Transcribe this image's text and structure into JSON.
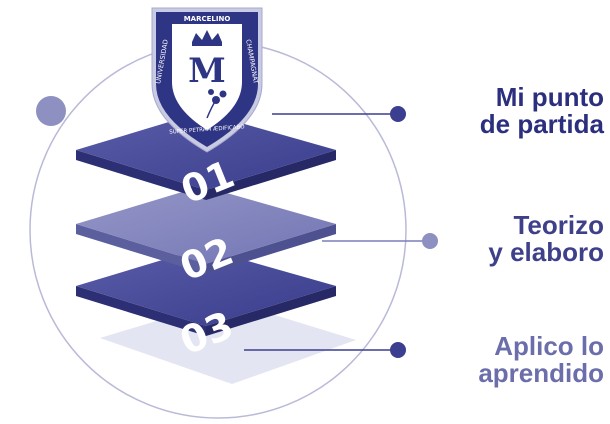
{
  "logo": {
    "text_top": "MARCELINO",
    "text_left": "UNIVERSIDAD",
    "text_right": "CHAMPAGNAT",
    "text_bottom": "SUPER PETRAM ÆDIFICABO"
  },
  "steps": [
    {
      "number": "01",
      "label_line1": "Mi punto",
      "label_line2": "de partida",
      "color": "#3c3f8f",
      "label_color": "#2b2f7e"
    },
    {
      "number": "02",
      "label_line1": "Teorizo",
      "label_line2": "y elaboro",
      "color": "#7c7fb9",
      "label_color": "#3e4189"
    },
    {
      "number": "03",
      "label_line1": "Aplico lo",
      "label_line2": "aprendido",
      "color": "#3c3f8f",
      "label_color": "#6b6eaa"
    }
  ],
  "colors": {
    "dark": "#3c3f8f",
    "medium": "#7c7fb9",
    "ring": "#b9bad8",
    "shadow": "#e2e3f1"
  }
}
